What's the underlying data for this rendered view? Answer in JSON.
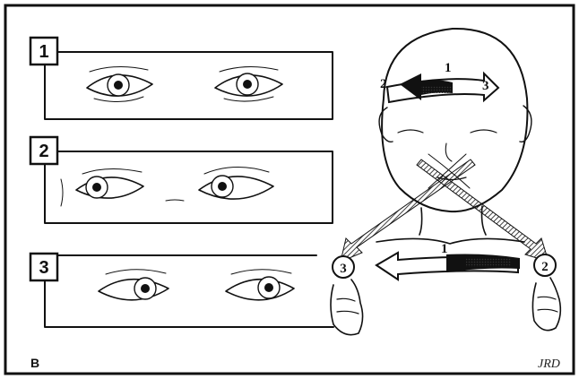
{
  "figure": {
    "letter": "B",
    "signature": "JRD",
    "panels": [
      {
        "number": "1"
      },
      {
        "number": "2"
      },
      {
        "number": "3"
      }
    ],
    "head_arrow": {
      "center": "1",
      "left": "2",
      "right": "3"
    },
    "shoulder_arrow": {
      "center": "1"
    },
    "hands": {
      "left": "3",
      "right": "2"
    }
  }
}
